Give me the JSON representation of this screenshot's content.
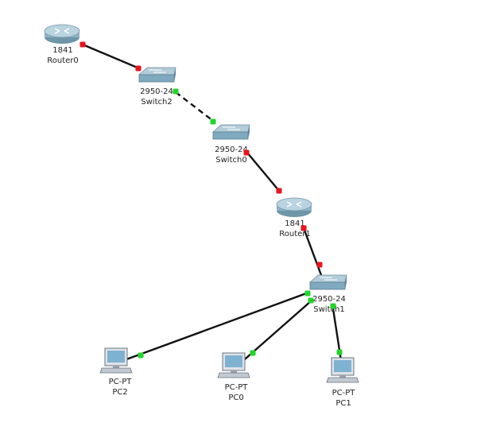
{
  "colors": {
    "link": "#111111",
    "port_down": "#e8141e",
    "port_up": "#22d42b",
    "router_body": "#9cc0d2",
    "switch_body": "#7fa9bf",
    "pc_body": "#c9cfd6"
  },
  "devices": [
    {
      "id": "router0",
      "kind": "router",
      "icon": "router-icon",
      "model": "1841",
      "name": "Router0"
    },
    {
      "id": "switch2",
      "kind": "switch",
      "icon": "switch-icon",
      "model": "2950-24",
      "name": "Switch2"
    },
    {
      "id": "switch0",
      "kind": "switch",
      "icon": "switch-icon",
      "model": "2950-24",
      "name": "Switch0"
    },
    {
      "id": "router1",
      "kind": "router",
      "icon": "router-icon",
      "model": "1841",
      "name": "Router1"
    },
    {
      "id": "switch1",
      "kind": "switch",
      "icon": "switch-icon",
      "model": "2950-24",
      "name": "Switch1"
    },
    {
      "id": "pc2",
      "kind": "pc",
      "icon": "pc-icon",
      "model": "PC-PT",
      "name": "PC2"
    },
    {
      "id": "pc0",
      "kind": "pc",
      "icon": "pc-icon",
      "model": "PC-PT",
      "name": "PC0"
    },
    {
      "id": "pc1",
      "kind": "pc",
      "icon": "pc-icon",
      "model": "PC-PT",
      "name": "PC1"
    }
  ],
  "links": [
    {
      "from": "router0",
      "to": "switch2",
      "style": "solid",
      "from_port": "down",
      "to_port": "down"
    },
    {
      "from": "switch2",
      "to": "switch0",
      "style": "dashed",
      "from_port": "up",
      "to_port": "up"
    },
    {
      "from": "switch0",
      "to": "router1",
      "style": "solid",
      "from_port": "down",
      "to_port": "down"
    },
    {
      "from": "router1",
      "to": "switch1",
      "style": "solid",
      "from_port": "down",
      "to_port": "down"
    },
    {
      "from": "switch1",
      "to": "pc2",
      "style": "solid",
      "from_port": "up",
      "to_port": "up"
    },
    {
      "from": "switch1",
      "to": "pc0",
      "style": "solid",
      "from_port": "up",
      "to_port": "up"
    },
    {
      "from": "switch1",
      "to": "pc1",
      "style": "solid",
      "from_port": "up",
      "to_port": "up"
    }
  ]
}
